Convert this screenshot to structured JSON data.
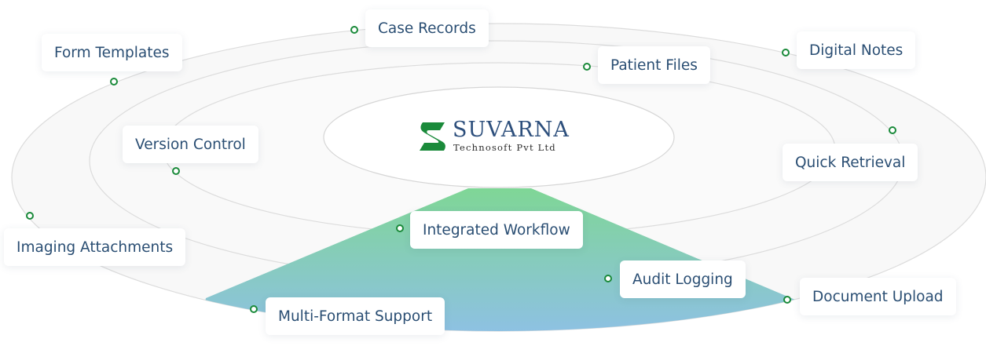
{
  "brand": {
    "name": "SUVARNA",
    "tagline": "Technosoft Pvt Ltd",
    "logo_color": "#1a8a3a"
  },
  "features": [
    {
      "id": "case-records",
      "label": "Case Records"
    },
    {
      "id": "form-templates",
      "label": "Form Templates"
    },
    {
      "id": "patient-files",
      "label": "Patient Files"
    },
    {
      "id": "digital-notes",
      "label": "Digital Notes"
    },
    {
      "id": "version-control",
      "label": "Version Control"
    },
    {
      "id": "quick-retrieval",
      "label": "Quick Retrieval"
    },
    {
      "id": "integrated-workflow",
      "label": "Integrated Workflow"
    },
    {
      "id": "imaging-attachments",
      "label": "Imaging Attachments"
    },
    {
      "id": "audit-logging",
      "label": "Audit Logging"
    },
    {
      "id": "document-upload",
      "label": "Document Upload"
    },
    {
      "id": "multi-format-support",
      "label": "Multi-Format Support"
    }
  ],
  "colors": {
    "ring_stroke": "#dcdcdc",
    "ring_fill": "#f8f8f8",
    "gradient_top": "#7fd696",
    "gradient_bottom": "#8fbfea",
    "text": "#2a4e73",
    "dot": "#1a8a3a"
  }
}
